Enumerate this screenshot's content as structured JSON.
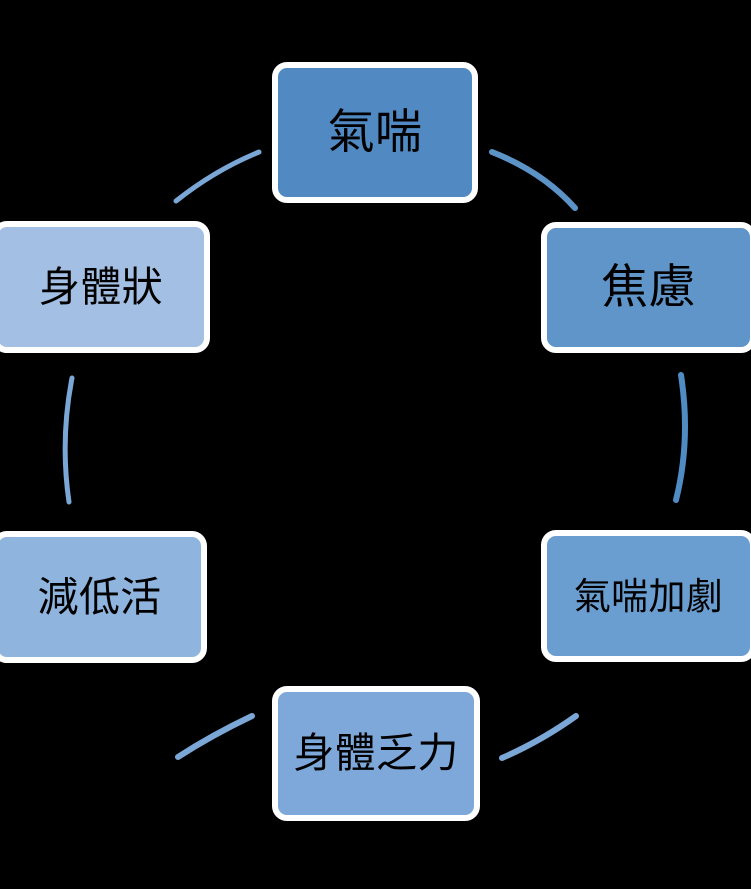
{
  "diagram": {
    "type": "cycle",
    "background_color": "#000000",
    "node_border_color": "#ffffff",
    "connector_color": "#7ba7d7",
    "text_color": "#000000",
    "nodes": [
      {
        "id": "top",
        "label": "氣喘",
        "fill": "#5189c2",
        "position": "top"
      },
      {
        "id": "topright",
        "label": "焦慮",
        "fill": "#5f95c8",
        "position": "top-right"
      },
      {
        "id": "right",
        "label": "氣喘加劇",
        "fill": "#6b9ed0",
        "position": "bottom-right"
      },
      {
        "id": "bottom",
        "label": "身體乏力",
        "fill": "#7da8d9",
        "position": "bottom"
      },
      {
        "id": "bottomleft",
        "label": "減低活",
        "fill": "#8fb4de",
        "position": "bottom-left"
      },
      {
        "id": "topleft",
        "label": "身體狀",
        "fill": "#a3bfe4",
        "position": "top-left"
      }
    ],
    "connectors": [
      {
        "id": "top-to-topright",
        "from": "top",
        "to": "topright"
      },
      {
        "id": "topright-to-right",
        "from": "topright",
        "to": "right"
      },
      {
        "id": "right-to-bottom",
        "from": "right",
        "to": "bottom"
      },
      {
        "id": "bottom-to-bottomleft",
        "from": "bottom",
        "to": "bottomleft"
      },
      {
        "id": "bottomleft-to-topleft",
        "from": "bottomleft",
        "to": "topleft"
      },
      {
        "id": "topleft-to-top",
        "from": "topleft",
        "to": "top"
      }
    ]
  }
}
